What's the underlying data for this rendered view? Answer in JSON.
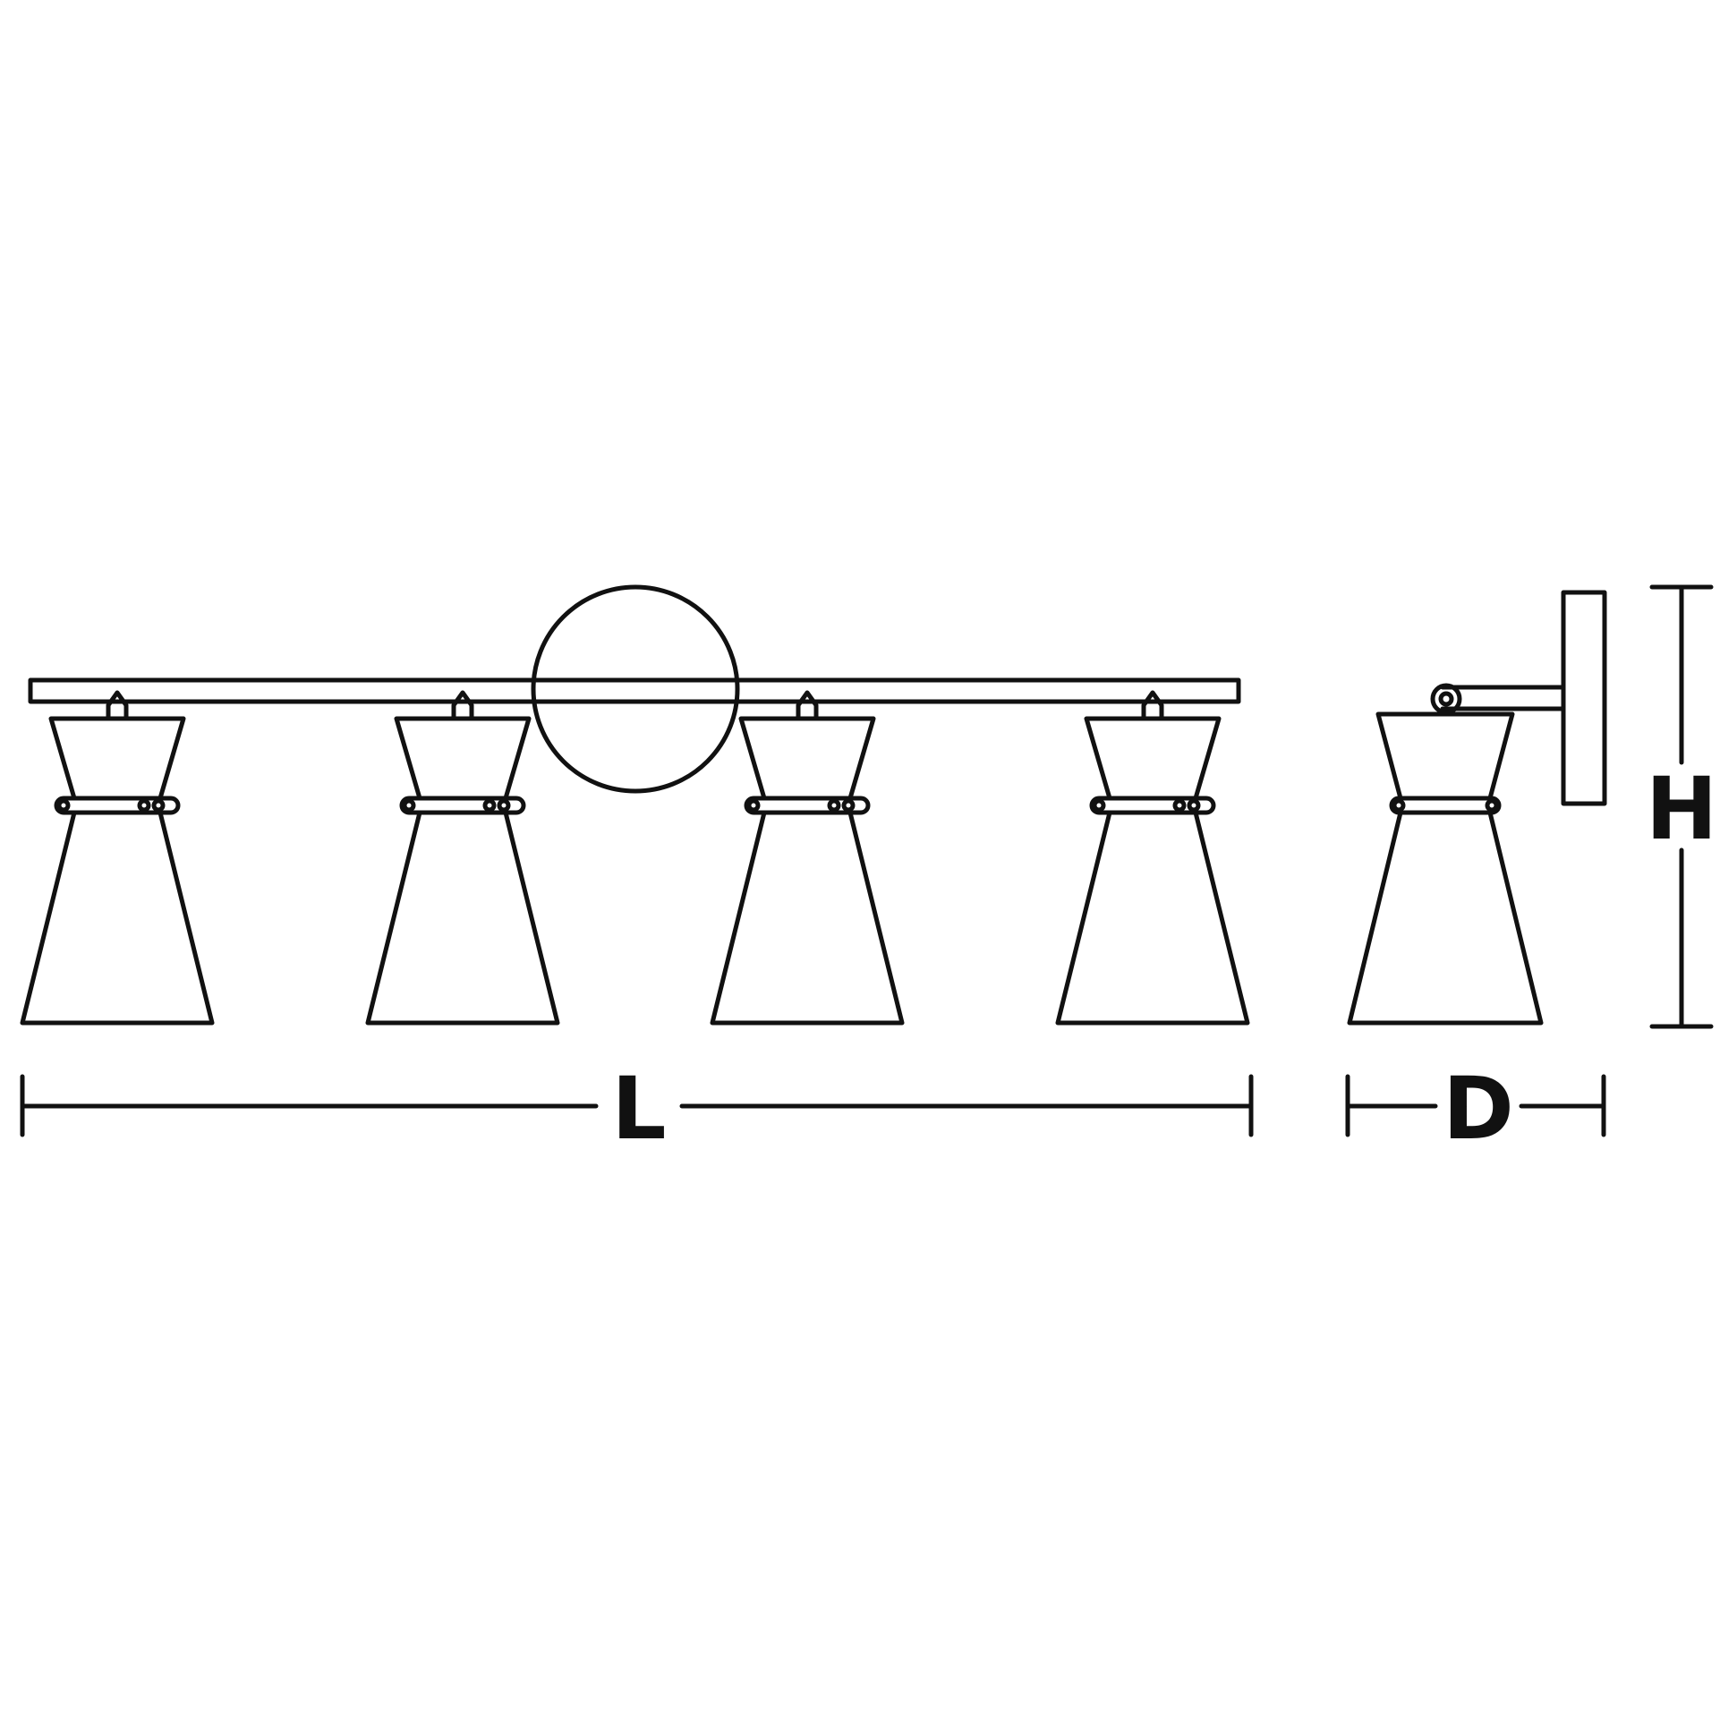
{
  "diagram": {
    "dimension_labels": {
      "length": "L",
      "depth": "D",
      "height": "H"
    },
    "shade_count_front": 4,
    "shade_count_side": 1,
    "line_color": "#111111",
    "background_color": "#ffffff"
  }
}
